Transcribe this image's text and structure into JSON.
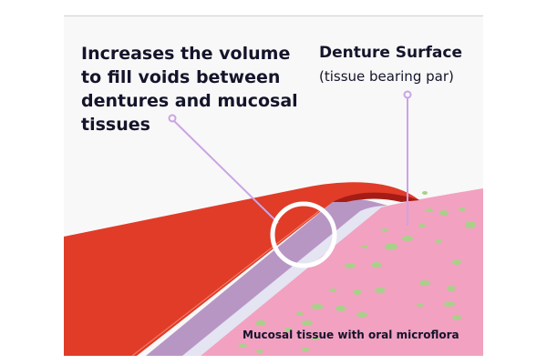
{
  "callouts": {
    "volume": {
      "lines": [
        "Increases the volume",
        "to fill voids between",
        "dentures and mucosal",
        "tissues"
      ]
    },
    "denture_surface": {
      "title": "Denture Surface",
      "subtitle": "(tissue bearing par)"
    },
    "mucosal": {
      "label": "Mucosal tissue with oral microflora"
    }
  },
  "colors": {
    "denture": "#e03c28",
    "denture_fold": "#a51c16",
    "liner": "#b896c4",
    "liner_light": "#e4e4f2",
    "mucosa": "#f2a1c1",
    "microflora": "#a9d08a",
    "leader": "#c9a4e6",
    "background": "#f8f8f8"
  }
}
